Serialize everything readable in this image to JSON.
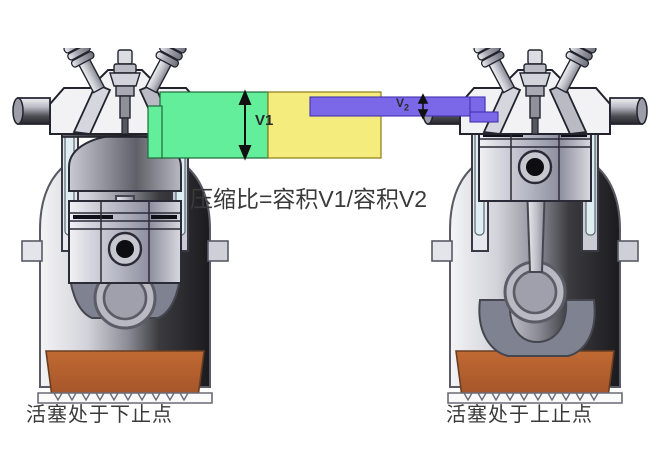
{
  "diagram": {
    "title_formula": "压缩比=容积V1/容积V2",
    "captions": {
      "left": "活塞处于下止点",
      "right": "活塞处于上止点"
    },
    "volume_labels": {
      "v1": "V1",
      "v2_main": "V",
      "v2_sub": "2"
    },
    "colors": {
      "green_volume": "#63ee9b",
      "yellow_volume": "#f5ec7e",
      "purple_volume": "#7b68e8",
      "oil_pan": "#b5622d",
      "metal_light": "#e9e9ee",
      "metal_mid": "#a9abb8",
      "metal_dark": "#2b2b2b",
      "outline": "#1a1a2a",
      "text": "#3a3a3a",
      "background": "#ffffff"
    }
  }
}
